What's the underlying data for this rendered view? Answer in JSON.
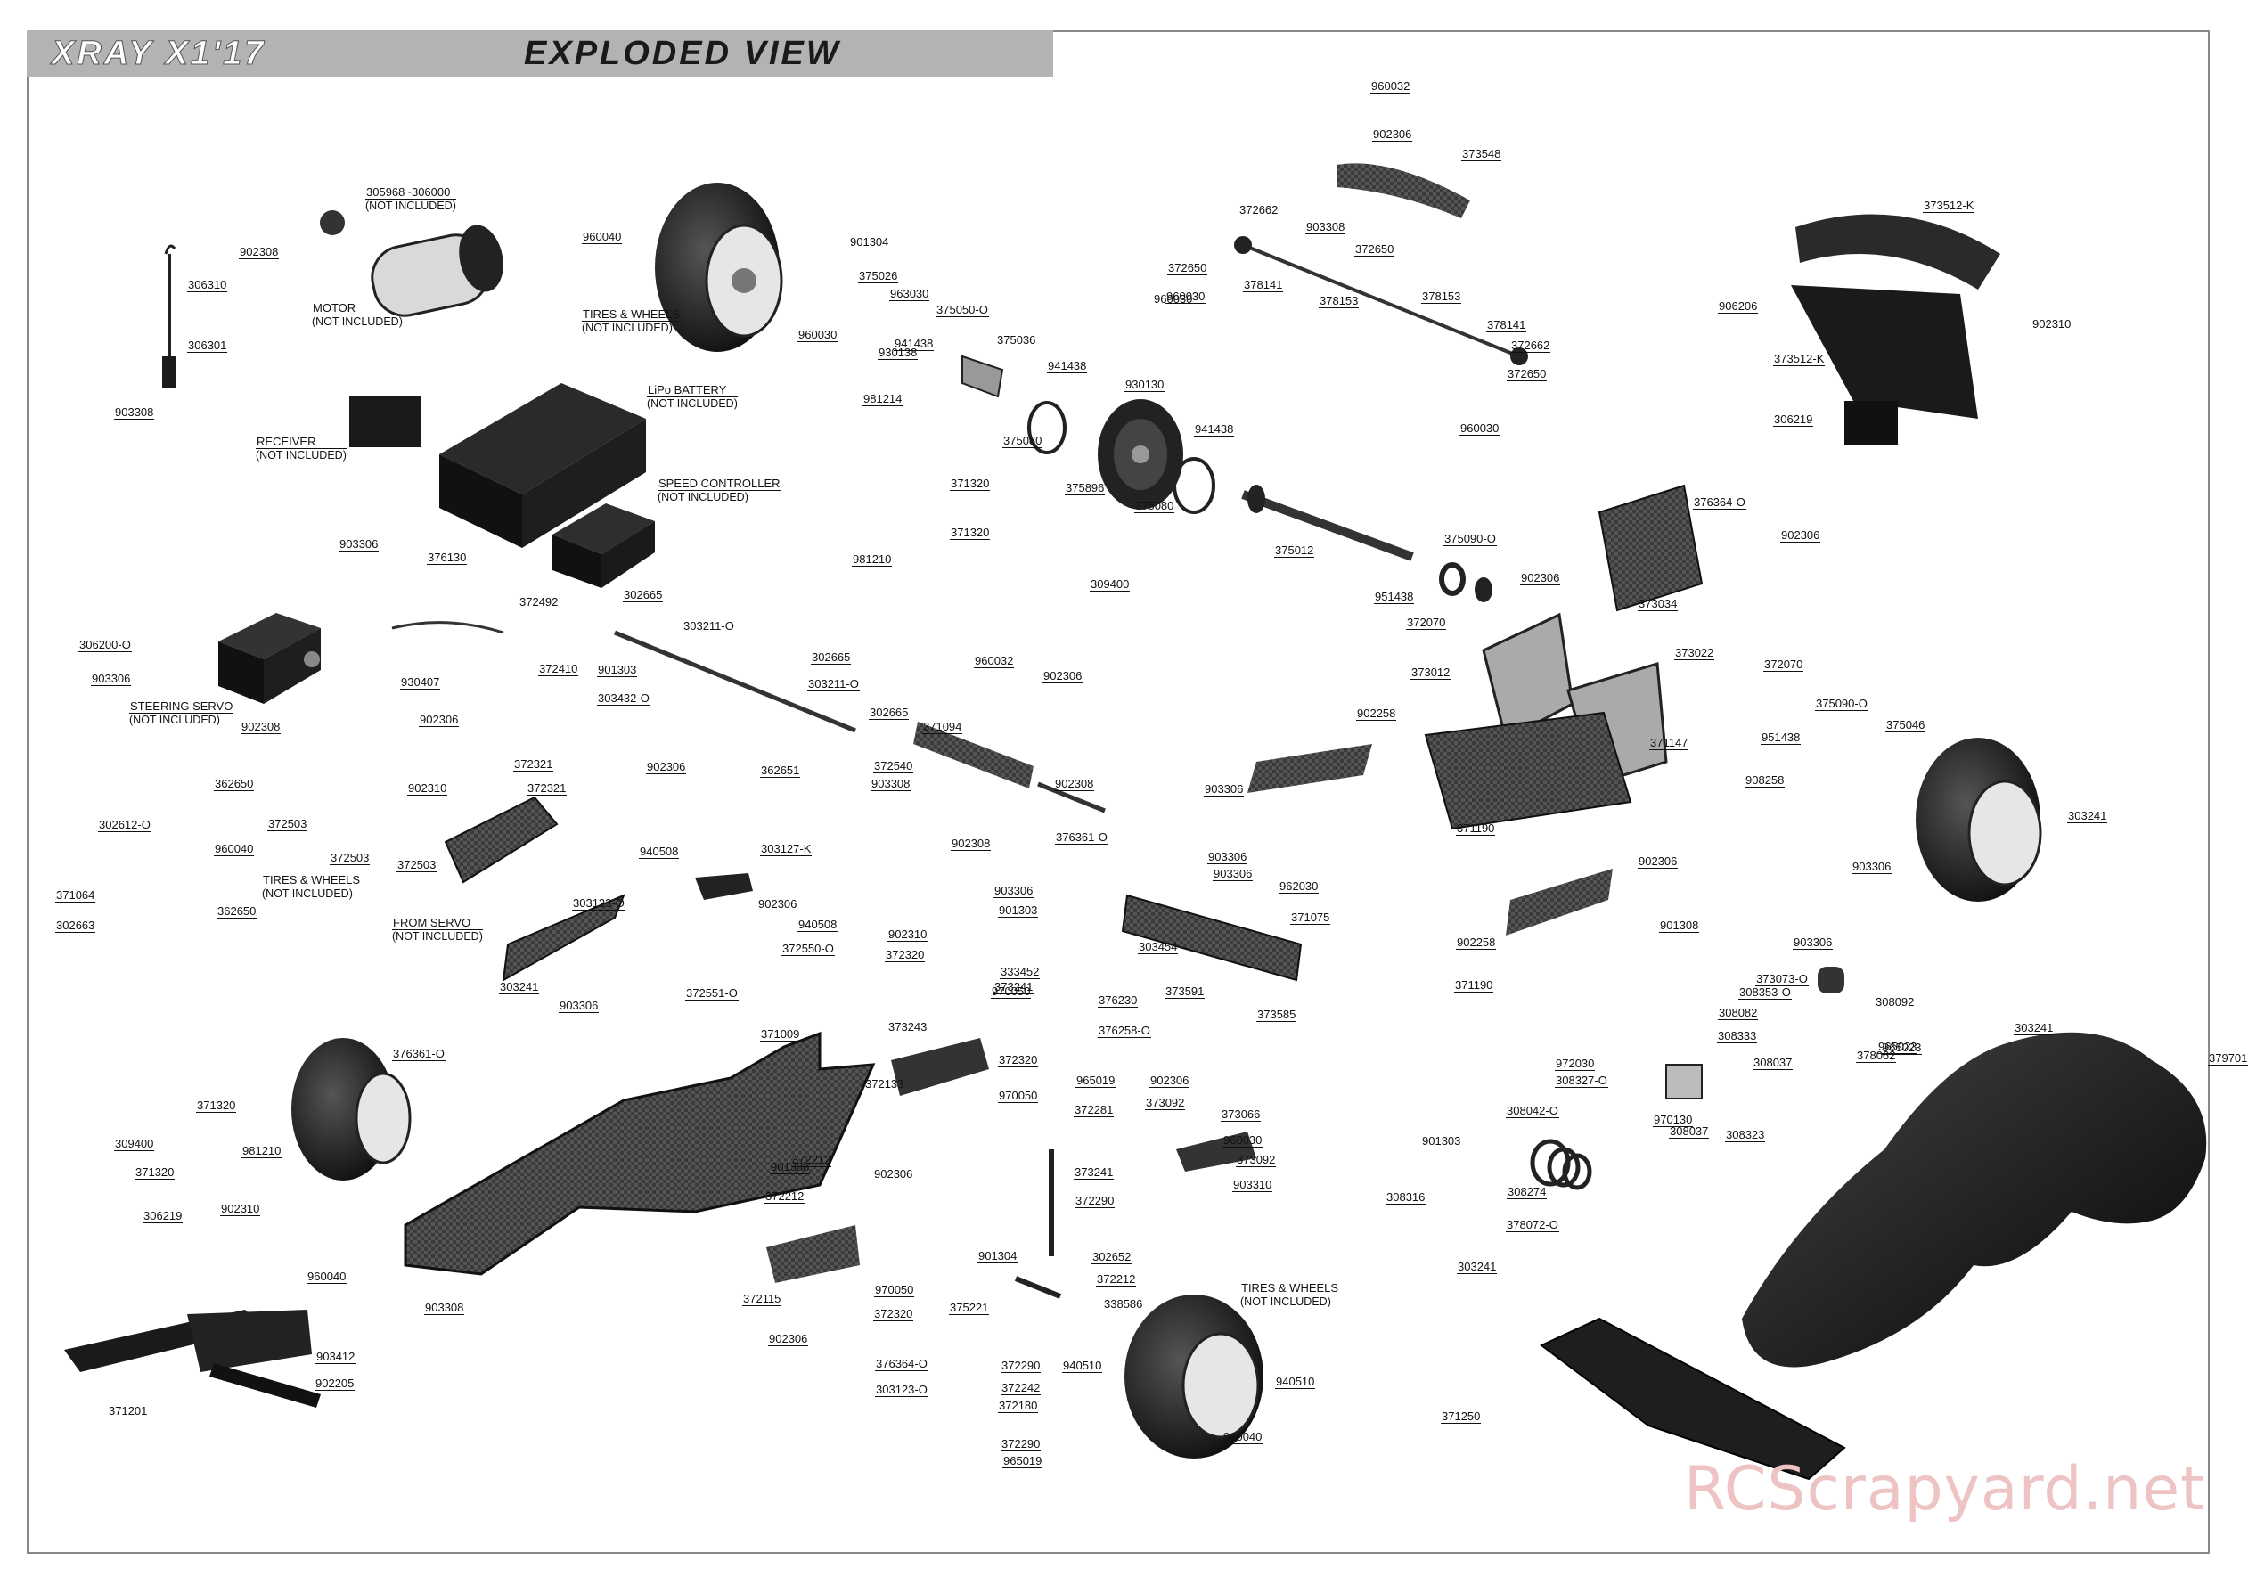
{
  "header": {
    "model": "XRAY X1'17",
    "title": "EXPLODED VIEW"
  },
  "watermark": "RCScrapyard.net",
  "colors": {
    "frame": "#888888",
    "banner": "#b3b3b3",
    "part": "#1e1e1e",
    "watermark": "#eec3c3"
  },
  "callouts": [
    {
      "num": "305968~306000",
      "sub": "(NOT INCLUDED)"
    },
    {
      "num": "306310"
    },
    {
      "num": "902308"
    },
    {
      "num": "MOTOR",
      "sub": "(NOT INCLUDED)"
    },
    {
      "num": "306301"
    },
    {
      "num": "903308"
    },
    {
      "num": "960040"
    },
    {
      "num": "TIRES & WHEELS",
      "sub": "(NOT INCLUDED)"
    },
    {
      "num": "901304"
    },
    {
      "num": "375026"
    },
    {
      "num": "963030"
    },
    {
      "num": "960030"
    },
    {
      "num": "930138"
    },
    {
      "num": "941438"
    },
    {
      "num": "375050-O"
    },
    {
      "num": "375036"
    },
    {
      "num": "981214"
    },
    {
      "num": "941438"
    },
    {
      "num": "930130"
    },
    {
      "num": "375080"
    },
    {
      "num": "941438"
    },
    {
      "num": "375896"
    },
    {
      "num": "375080"
    },
    {
      "num": "960030"
    },
    {
      "num": "960032"
    },
    {
      "num": "902306"
    },
    {
      "num": "373548"
    },
    {
      "num": "903308"
    },
    {
      "num": "372662"
    },
    {
      "num": "372650"
    },
    {
      "num": "372650"
    },
    {
      "num": "960030"
    },
    {
      "num": "378141"
    },
    {
      "num": "378153"
    },
    {
      "num": "378153"
    },
    {
      "num": "378141"
    },
    {
      "num": "372662"
    },
    {
      "num": "372650"
    },
    {
      "num": "960030"
    },
    {
      "num": "373512-K"
    },
    {
      "num": "906206"
    },
    {
      "num": "902310"
    },
    {
      "num": "373512-K"
    },
    {
      "num": "LiPo BATTERY",
      "sub": "(NOT INCLUDED)"
    },
    {
      "num": "RECEIVER",
      "sub": "(NOT INCLUDED)"
    },
    {
      "num": "SPEED CONTROLLER",
      "sub": "(NOT INCLUDED)"
    },
    {
      "num": "903306"
    },
    {
      "num": "376130"
    },
    {
      "num": "371320"
    },
    {
      "num": "371320"
    },
    {
      "num": "981210"
    },
    {
      "num": "375012"
    },
    {
      "num": "375090-O"
    },
    {
      "num": "951438"
    },
    {
      "num": "372070"
    },
    {
      "num": "306219"
    },
    {
      "num": "376364-O"
    },
    {
      "num": "902306"
    },
    {
      "num": "902306"
    },
    {
      "num": "373034"
    },
    {
      "num": "372492"
    },
    {
      "num": "302665"
    },
    {
      "num": "303211-O"
    },
    {
      "num": "302665"
    },
    {
      "num": "309400"
    },
    {
      "num": "306200-O"
    },
    {
      "num": "903306"
    },
    {
      "num": "930407"
    },
    {
      "num": "372410"
    },
    {
      "num": "901303"
    },
    {
      "num": "303432-O"
    },
    {
      "num": "902306"
    },
    {
      "num": "303211-O"
    },
    {
      "num": "302665"
    },
    {
      "num": "STEERING SERVO",
      "sub": "(NOT INCLUDED)"
    },
    {
      "num": "902308"
    },
    {
      "num": "960032"
    },
    {
      "num": "902306"
    },
    {
      "num": "371094"
    },
    {
      "num": "373012"
    },
    {
      "num": "373022"
    },
    {
      "num": "372070"
    },
    {
      "num": "902258"
    },
    {
      "num": "371147"
    },
    {
      "num": "951438"
    },
    {
      "num": "375090-O"
    },
    {
      "num": "375046"
    },
    {
      "num": "908258"
    },
    {
      "num": "362650"
    },
    {
      "num": "302612-O"
    },
    {
      "num": "372503"
    },
    {
      "num": "372321"
    },
    {
      "num": "902310"
    },
    {
      "num": "372321"
    },
    {
      "num": "902306"
    },
    {
      "num": "362651"
    },
    {
      "num": "940508"
    },
    {
      "num": "303127-K"
    },
    {
      "num": "372540"
    },
    {
      "num": "902308"
    },
    {
      "num": "903308"
    },
    {
      "num": "902308"
    },
    {
      "num": "376361-O"
    },
    {
      "num": "903306"
    },
    {
      "num": "903306"
    },
    {
      "num": "903306"
    },
    {
      "num": "371190"
    },
    {
      "num": "303241"
    },
    {
      "num": "903306"
    },
    {
      "num": "960040"
    },
    {
      "num": "TIRES & WHEELS",
      "sub": "(NOT INCLUDED)"
    },
    {
      "num": "372503"
    },
    {
      "num": "372503"
    },
    {
      "num": "371064"
    },
    {
      "num": "302663"
    },
    {
      "num": "362650"
    },
    {
      "num": "FROM SERVO",
      "sub": "(NOT INCLUDED)"
    },
    {
      "num": "303123-O"
    },
    {
      "num": "902306"
    },
    {
      "num": "940508"
    },
    {
      "num": "372550-O"
    },
    {
      "num": "372551-O"
    },
    {
      "num": "903306"
    },
    {
      "num": "902310"
    },
    {
      "num": "901303"
    },
    {
      "num": "372320"
    },
    {
      "num": "333452"
    },
    {
      "num": "373241"
    },
    {
      "num": "970050"
    },
    {
      "num": "303454"
    },
    {
      "num": "962030"
    },
    {
      "num": "371075"
    },
    {
      "num": "902306"
    },
    {
      "num": "901308"
    },
    {
      "num": "902258"
    },
    {
      "num": "371190"
    },
    {
      "num": "303241"
    },
    {
      "num": "903306"
    },
    {
      "num": "376230"
    },
    {
      "num": "376258-O"
    },
    {
      "num": "373591"
    },
    {
      "num": "373585"
    },
    {
      "num": "903306"
    },
    {
      "num": "373073-O"
    },
    {
      "num": "308353-O"
    },
    {
      "num": "308092"
    },
    {
      "num": "308082"
    },
    {
      "num": "308333"
    },
    {
      "num": "308037"
    },
    {
      "num": "378062"
    },
    {
      "num": "965023"
    },
    {
      "num": "965023"
    },
    {
      "num": "303241"
    },
    {
      "num": "379701"
    },
    {
      "num": "371009"
    },
    {
      "num": "376361-O"
    },
    {
      "num": "373243"
    },
    {
      "num": "372133"
    },
    {
      "num": "372320"
    },
    {
      "num": "970050"
    },
    {
      "num": "965019"
    },
    {
      "num": "372281"
    },
    {
      "num": "902306"
    },
    {
      "num": "373092"
    },
    {
      "num": "373066"
    },
    {
      "num": "960030"
    },
    {
      "num": "373092"
    },
    {
      "num": "903310"
    },
    {
      "num": "972030"
    },
    {
      "num": "308327-O"
    },
    {
      "num": "308042-O"
    },
    {
      "num": "970130"
    },
    {
      "num": "308037"
    },
    {
      "num": "308323"
    },
    {
      "num": "309400"
    },
    {
      "num": "371320"
    },
    {
      "num": "371320"
    },
    {
      "num": "981210"
    },
    {
      "num": "306219"
    },
    {
      "num": "902310"
    },
    {
      "num": "901308"
    },
    {
      "num": "372212"
    },
    {
      "num": "902306"
    },
    {
      "num": "372212"
    },
    {
      "num": "373241"
    },
    {
      "num": "372290"
    },
    {
      "num": "901303"
    },
    {
      "num": "308316"
    },
    {
      "num": "308274"
    },
    {
      "num": "378072-O"
    },
    {
      "num": "303241"
    },
    {
      "num": "960040"
    },
    {
      "num": "903412"
    },
    {
      "num": "902205"
    },
    {
      "num": "371201"
    },
    {
      "num": "903308"
    },
    {
      "num": "372115"
    },
    {
      "num": "970050"
    },
    {
      "num": "902306"
    },
    {
      "num": "372320"
    },
    {
      "num": "376364-O"
    },
    {
      "num": "303123-O"
    },
    {
      "num": "901304"
    },
    {
      "num": "302652"
    },
    {
      "num": "372212"
    },
    {
      "num": "375221"
    },
    {
      "num": "338586"
    },
    {
      "num": "372290"
    },
    {
      "num": "940510"
    },
    {
      "num": "372242"
    },
    {
      "num": "372180"
    },
    {
      "num": "372290"
    },
    {
      "num": "965019"
    },
    {
      "num": "TIRES & WHEELS",
      "sub": "(NOT INCLUDED)"
    },
    {
      "num": "940510"
    },
    {
      "num": "960040"
    },
    {
      "num": "371250"
    }
  ]
}
